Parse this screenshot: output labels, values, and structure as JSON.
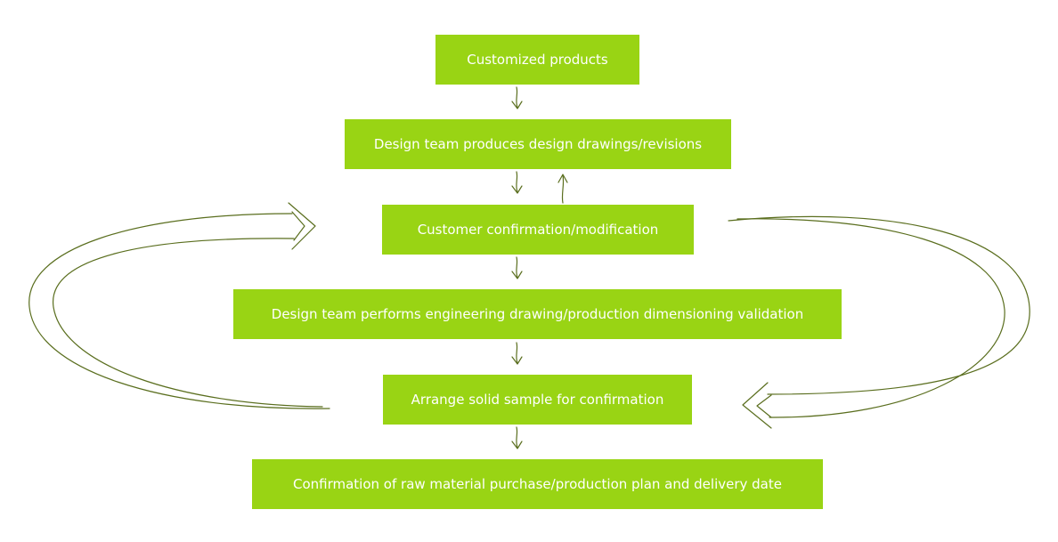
{
  "diagram": {
    "title": "",
    "steps": [
      {
        "id": "step-1",
        "label": "Customized products"
      },
      {
        "id": "step-2",
        "label": "Design team produces design drawings/revisions"
      },
      {
        "id": "step-3",
        "label": "Customer confirmation/modification"
      },
      {
        "id": "step-4",
        "label": "Design team performs engineering drawing/production dimensioning validation"
      },
      {
        "id": "step-5",
        "label": "Arrange solid sample for confirmation"
      },
      {
        "id": "step-6",
        "label": "Confirmation of raw material purchase/production plan and delivery date"
      }
    ],
    "edges": [
      {
        "from": "step-1",
        "to": "step-2"
      },
      {
        "from": "step-2",
        "to": "step-3"
      },
      {
        "from": "step-3",
        "to": "step-2"
      },
      {
        "from": "step-3",
        "to": "step-4"
      },
      {
        "from": "step-4",
        "to": "step-5"
      },
      {
        "from": "step-5",
        "to": "step-6"
      },
      {
        "from": "step-5",
        "to": "step-3",
        "style": "loop-left"
      },
      {
        "from": "step-3",
        "to": "step-5",
        "style": "loop-right"
      }
    ],
    "colors": {
      "box_fill": "#99d414",
      "box_text": "#ffffff",
      "arrow_stroke": "#5a6e1e"
    }
  }
}
